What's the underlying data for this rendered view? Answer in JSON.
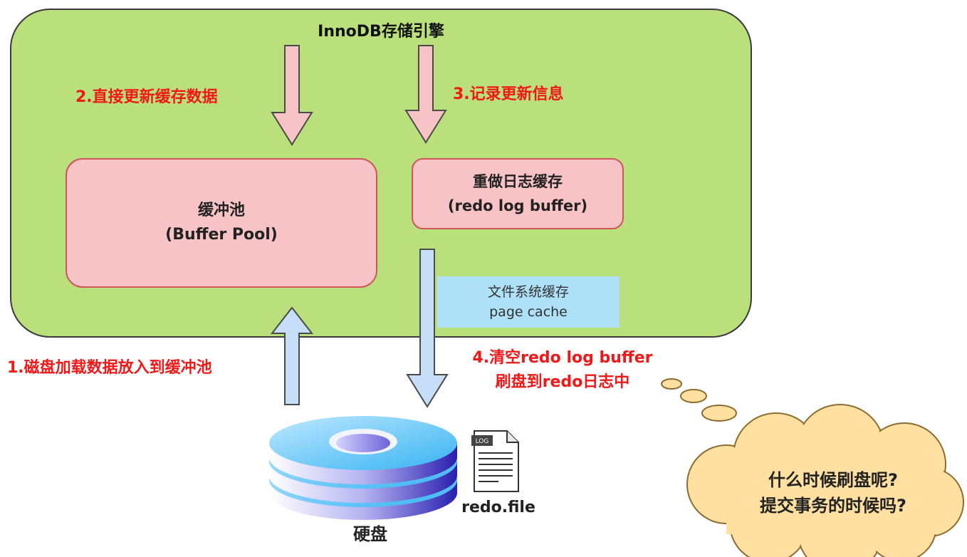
{
  "engine": {
    "title": "InnoDB存储引擎"
  },
  "buffer_pool": {
    "line1": "缓冲池",
    "line2": "(Buffer Pool)"
  },
  "redo_buffer": {
    "line1": "重做日志缓存",
    "line2": "(redo log buffer)"
  },
  "page_cache": {
    "line1": "文件系统缓存",
    "line2": "page cache"
  },
  "steps": {
    "step1": "1.磁盘加载数据放入到缓冲池",
    "step2": "2.直接更新缓存数据",
    "step3": "3.记录更新信息",
    "step4_line1": "4.清空redo log buffer",
    "step4_line2": "刷盘到redo日志中"
  },
  "disk": {
    "label": "硬盘"
  },
  "file": {
    "badge": "LOG",
    "label": "redo.file"
  },
  "thought": {
    "line1": "什么时候刷盘呢?",
    "line2": "提交事务的时候吗?"
  },
  "colors": {
    "engine_fill": "#b9e07a",
    "pink_fill": "#f8c3c6",
    "pink_border": "#d0555b",
    "blue_fill": "#c6def7",
    "cache_fill": "#aee0f8",
    "label_red": "#f01818",
    "cloud_fill": "#ffe0a0"
  }
}
